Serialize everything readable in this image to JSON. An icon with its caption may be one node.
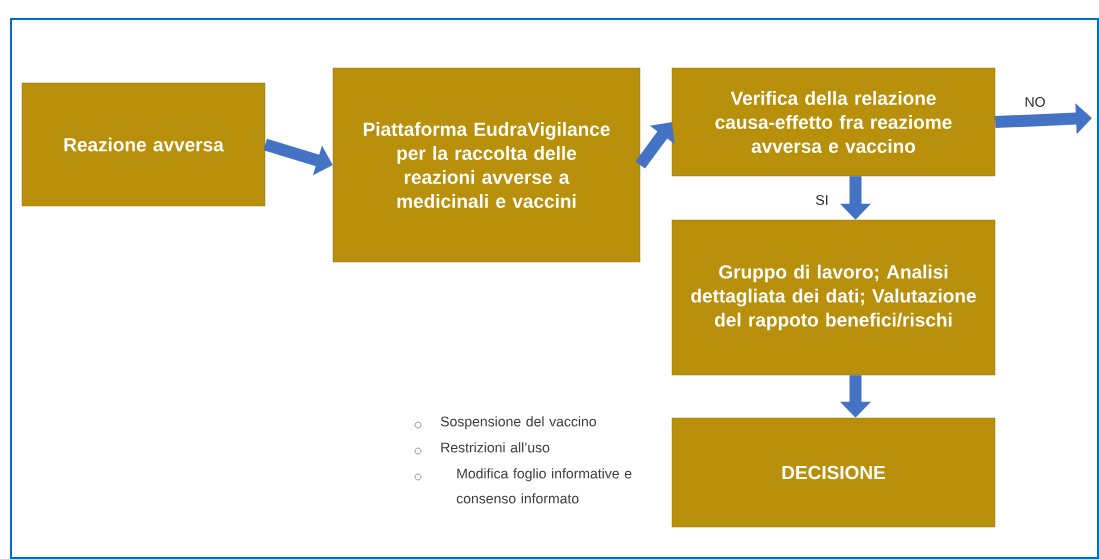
{
  "diagram": {
    "nodes": [
      {
        "text": [
          "Reazione avversa"
        ]
      },
      {
        "text": [
          "Piattaforma EudraVigilance per la raccolta delle reazioni avverse a medicinali e vaccini"
        ]
      },
      {
        "text": [
          "Verifica della relazione causa-effetto fra reaziome avversa e vaccino"
        ]
      },
      {
        "text": [
          "Gruppo di lavoro; Analisi dettagliata dei dati; Valutazione del rappoto benefici/rischi"
        ]
      },
      {
        "text": [
          "DECISIONE"
        ]
      }
    ],
    "edges": [
      {
        "from": 0,
        "to": 1,
        "arrow": "to"
      },
      {
        "from": 1,
        "to": 2,
        "arrow": "to"
      },
      {
        "from": 2,
        "to": 3,
        "arrow": "to",
        "label": "SI"
      },
      {
        "from": 3,
        "to": 4,
        "arrow": "to"
      },
      {
        "from": 2,
        "to": null,
        "arrow": "to",
        "label": "NO"
      }
    ],
    "labels": [
      "Sospensione del vaccino",
      "Restrizioni all’uso",
      "Modifica foglio informative e consenso informato"
    ]
  }
}
